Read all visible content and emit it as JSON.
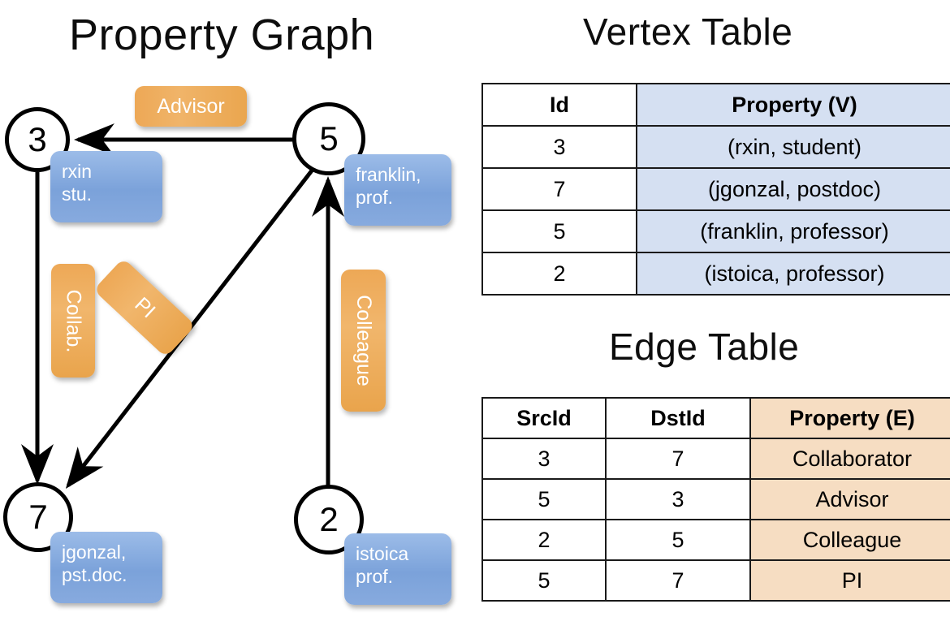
{
  "titles": {
    "graph": "Property Graph",
    "vertex_table": "Vertex Table",
    "edge_table": "Edge Table"
  },
  "colors": {
    "vertex_property_fill": "#d5e0f2",
    "edge_property_fill": "#f6ddc2",
    "vertex_callout": "#7ba2da",
    "edge_callout": "#eda856",
    "stroke": "#000000",
    "background": "#ffffff"
  },
  "graph": {
    "nodes": [
      {
        "id": "3",
        "property_label": [
          "rxin",
          "stu."
        ]
      },
      {
        "id": "5",
        "property_label": [
          "franklin,",
          "prof."
        ]
      },
      {
        "id": "7",
        "property_label": [
          "jgonzal,",
          "pst.doc."
        ]
      },
      {
        "id": "2",
        "property_label": [
          "istoica",
          "prof."
        ]
      }
    ],
    "edges": [
      {
        "src": "5",
        "dst": "3",
        "label": "Advisor",
        "orientation": "horizontal"
      },
      {
        "src": "3",
        "dst": "7",
        "label": "Collab.",
        "orientation": "vertical"
      },
      {
        "src": "5",
        "dst": "7",
        "label": "PI",
        "orientation": "diagonal"
      },
      {
        "src": "2",
        "dst": "5",
        "label": "Colleague",
        "orientation": "vertical"
      }
    ]
  },
  "vertex_table": {
    "headers": [
      "Id",
      "Property (V)"
    ],
    "rows": [
      [
        "3",
        "(rxin, student)"
      ],
      [
        "7",
        "(jgonzal, postdoc)"
      ],
      [
        "5",
        "(franklin, professor)"
      ],
      [
        "2",
        "(istoica, professor)"
      ]
    ]
  },
  "edge_table": {
    "headers": [
      "SrcId",
      "DstId",
      "Property (E)"
    ],
    "rows": [
      [
        "3",
        "7",
        "Collaborator"
      ],
      [
        "5",
        "3",
        "Advisor"
      ],
      [
        "2",
        "5",
        "Colleague"
      ],
      [
        "5",
        "7",
        "PI"
      ]
    ]
  }
}
